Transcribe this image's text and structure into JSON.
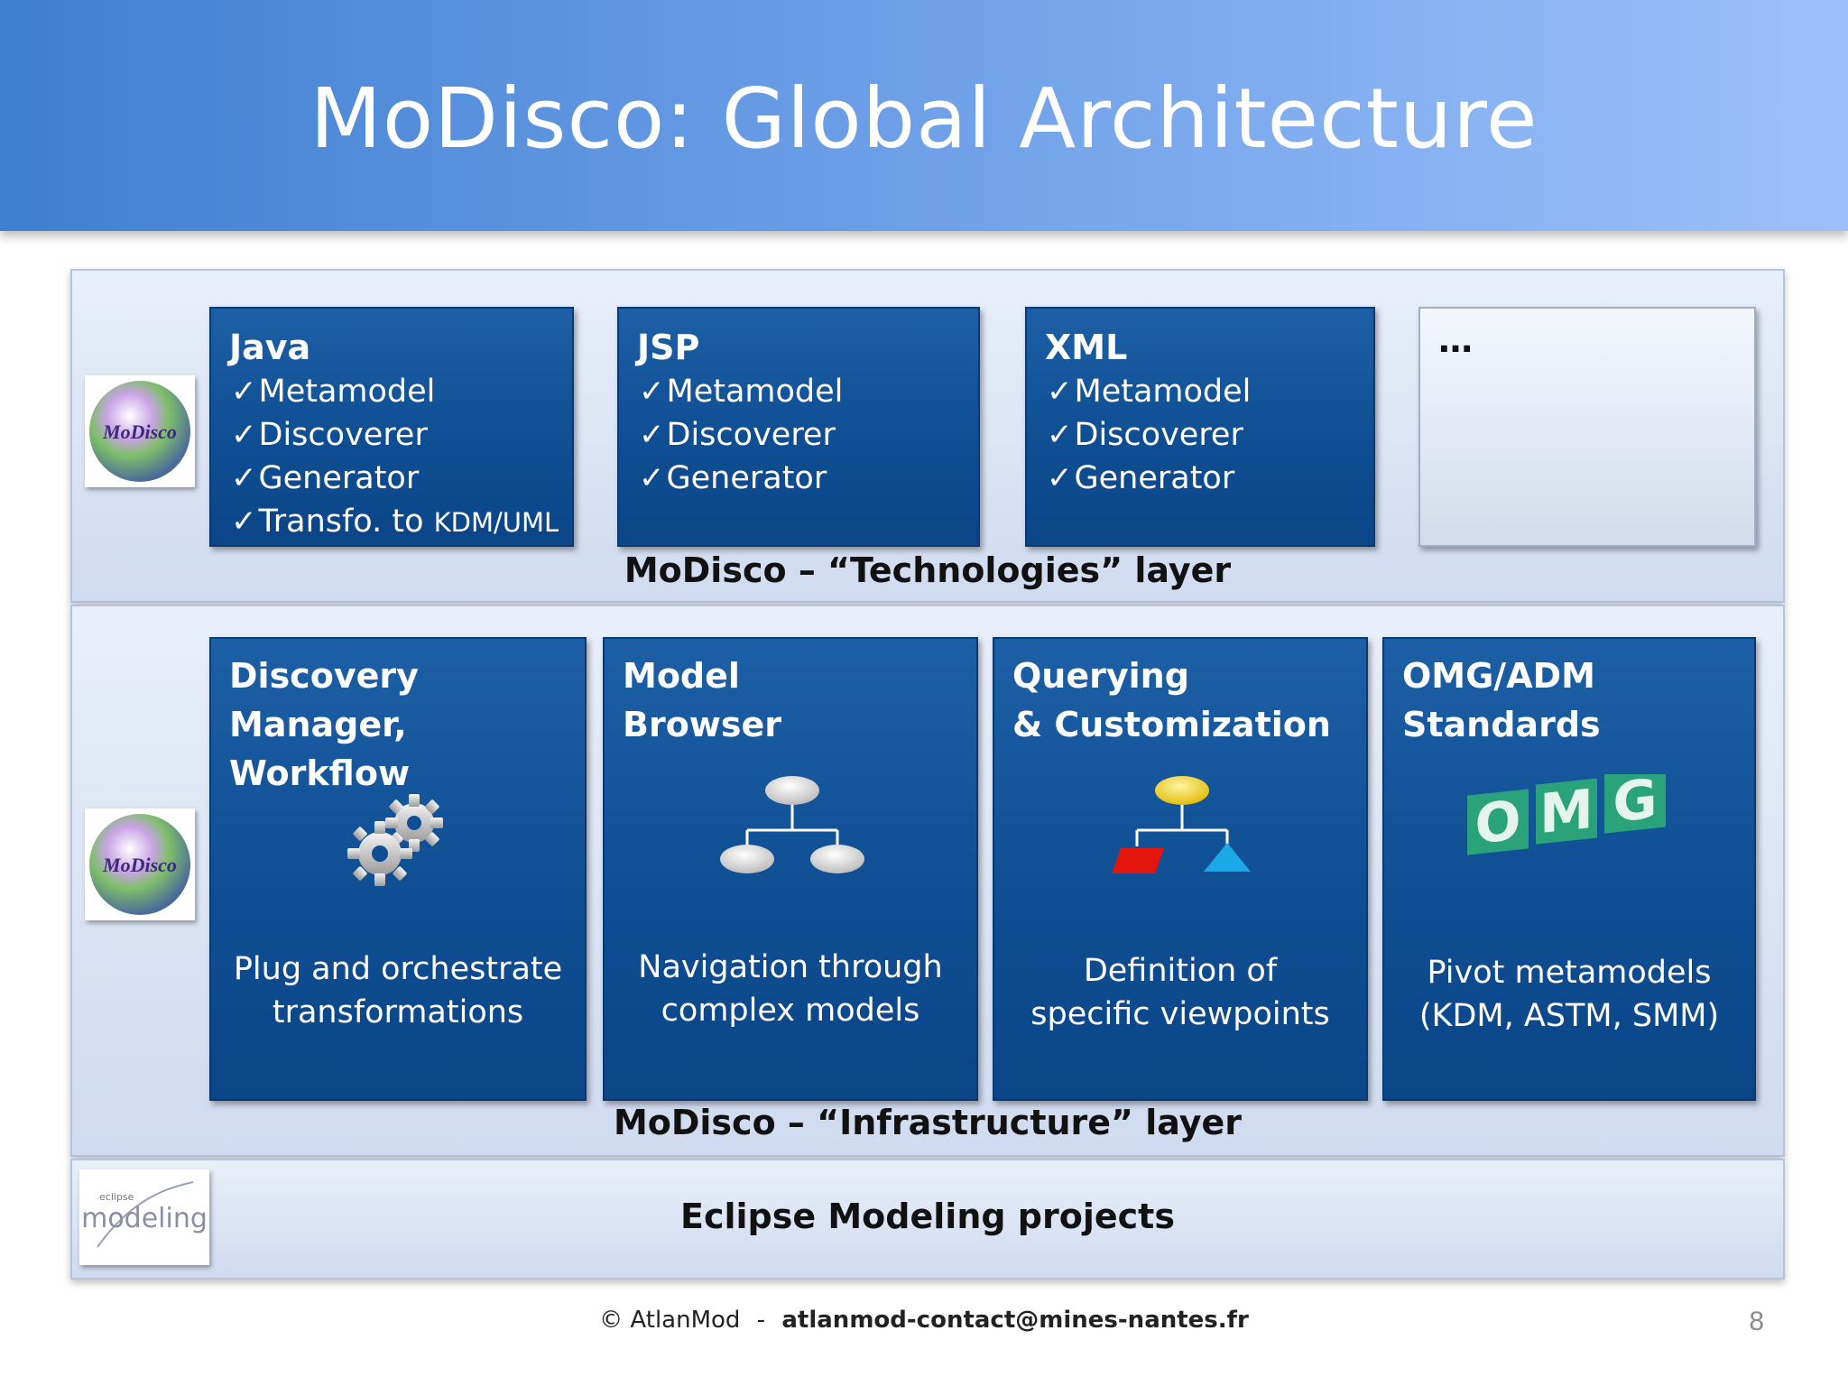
{
  "slide": {
    "title": "MoDisco: Global Architecture",
    "page_number": "8"
  },
  "footer": {
    "copyright": "© AtlanMod",
    "separator": "-",
    "email": "atlanmod-contact@mines-nantes.fr"
  },
  "tech_layer": {
    "caption": "MoDisco – “Technologies” layer",
    "boxes": [
      {
        "title": "Java",
        "items": [
          "Metamodel",
          "Discoverer",
          "Generator"
        ],
        "extra_prefix": "Transfo. to ",
        "extra_suffix": "KDM/UML"
      },
      {
        "title": "JSP",
        "items": [
          "Metamodel",
          "Discoverer",
          "Generator"
        ]
      },
      {
        "title": "XML",
        "items": [
          "Metamodel",
          "Discoverer",
          "Generator"
        ]
      },
      {
        "title": "…"
      }
    ]
  },
  "infra_layer": {
    "caption": "MoDisco – “Infrastructure” layer",
    "boxes": [
      {
        "title_line1": "Discovery",
        "title_line2": "Manager, Workflow",
        "desc_line1": "Plug and orchestrate",
        "desc_line2": "transformations",
        "icon": "gears-icon"
      },
      {
        "title_line1": "Model",
        "title_line2": "Browser",
        "desc_line1": "Navigation through",
        "desc_line2": "complex models",
        "icon": "tree-hierarchy-icon"
      },
      {
        "title_line1": "Querying",
        "title_line2": "& Customization",
        "desc_line1": "Definition of",
        "desc_line2": "specific  viewpoints",
        "icon": "shapes-hierarchy-icon"
      },
      {
        "title_line1": "OMG/ADM",
        "title_line2": "Standards",
        "desc_line1": "Pivot metamodels",
        "desc_line2": "(KDM, ASTM, SMM)",
        "icon": "omg-logo"
      }
    ]
  },
  "eclipse_layer": {
    "caption": "Eclipse Modeling projects",
    "logo_text": "modeling",
    "logo_small": "eclipse"
  },
  "logos": {
    "modisco_text": "MoDisco",
    "omg_letters": [
      "O",
      "M",
      "G"
    ]
  },
  "colors": {
    "box_blue": "#0f4e93",
    "header_start": "#3f7fd0",
    "header_end": "#9cc0fa",
    "omg_green": "#1e8f6a"
  }
}
